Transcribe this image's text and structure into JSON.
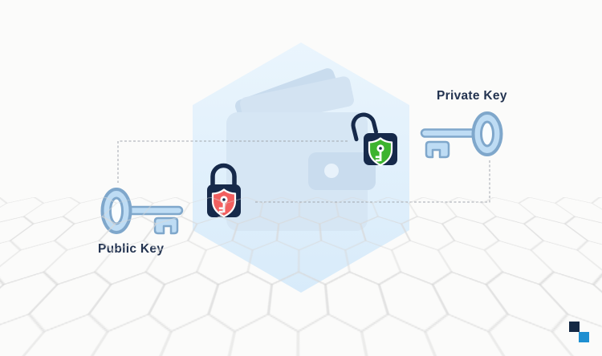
{
  "labels": {
    "private_key": "Private Key",
    "public_key": "Public Key"
  },
  "icons": {
    "private_key": "key-icon",
    "public_key": "key-icon",
    "public_lock": "locked-padlock-with-shield-key-icon",
    "private_lock": "unlocked-padlock-with-shield-key-icon",
    "center": "wallet-with-cards-icon",
    "background": "hexagon-tile-floor"
  },
  "colors": {
    "bg": "#fbfbfa",
    "label": "#233350",
    "hex-top": "#eaf5fd",
    "hex-bottom": "#d8ebfa",
    "wallet-body": "#d6e6f4",
    "wallet-card": "#c9dcee",
    "wallet-card2": "#d3e3f2",
    "wallet-clasp": "#c9dcee",
    "wallet-dot": "#e8f2fb",
    "key-fill": "#bedcf4",
    "key-stroke": "#7fa7cb",
    "key-hole": "#fafdfe",
    "navy": "#16294a",
    "shield-green": "#3db32f",
    "shield-red": "#f25f5f",
    "dash": "#a0a6ad",
    "floor-line": "#d8d8d8",
    "sq-navy": "#132844",
    "sq-blue": "#1f8fd1"
  }
}
